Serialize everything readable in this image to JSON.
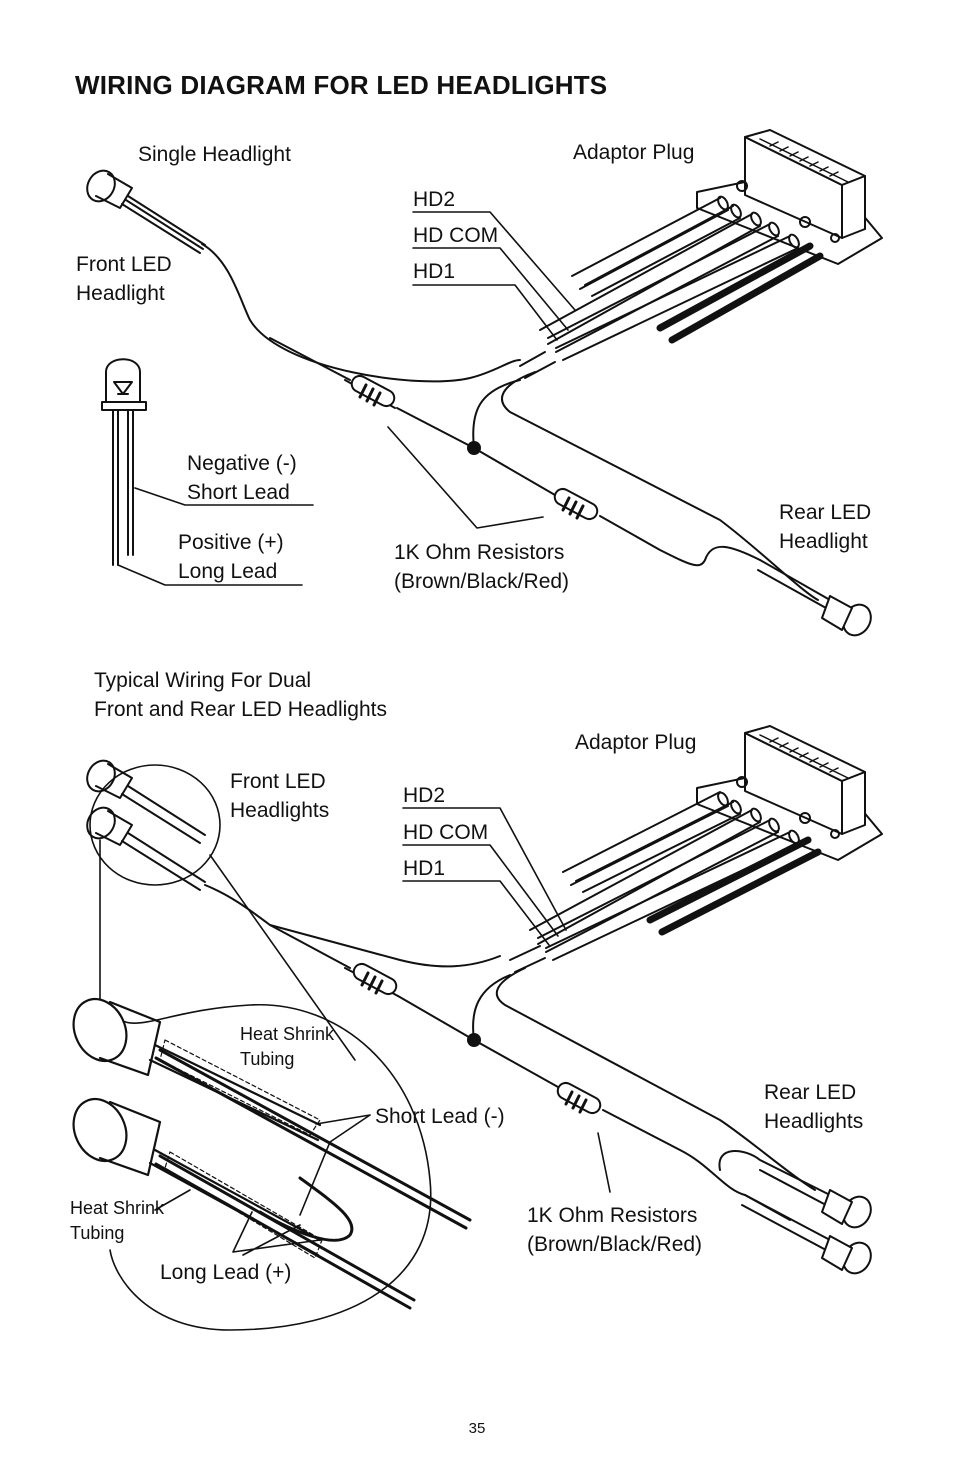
{
  "title": "WIRING DIAGRAM FOR LED HEADLIGHTS",
  "page_number": "35",
  "diagram1": {
    "single_headlight": "Single Headlight",
    "adaptor_plug": "Adaptor Plug",
    "hd2": "HD2",
    "hd_com": "HD COM",
    "hd1": "HD1",
    "front_led_line1": "Front LED",
    "front_led_line2": "Headlight",
    "negative_line1": "Negative (-)",
    "negative_line2": "Short Lead",
    "positive_line1": "Positive (+)",
    "positive_line2": "Long Lead",
    "resistors_line1": "1K Ohm Resistors",
    "resistors_line2": "(Brown/Black/Red)",
    "rear_led_line1": "Rear LED",
    "rear_led_line2": "Headlight"
  },
  "diagram2": {
    "caption_line1": "Typical Wiring For Dual",
    "caption_line2": "Front and Rear LED Headlights",
    "adaptor_plug": "Adaptor Plug",
    "front_leds_line1": "Front LED",
    "front_leds_line2": "Headlights",
    "hd2": "HD2",
    "hd_com": "HD COM",
    "hd1": "HD1",
    "heat_shrink_top_line1": "Heat Shrink",
    "heat_shrink_top_line2": "Tubing",
    "short_lead": "Short Lead (-)",
    "rear_leds_line1": "Rear LED",
    "rear_leds_line2": "Headlights",
    "heat_shrink_left_line1": "Heat Shrink",
    "heat_shrink_left_line2": "Tubing",
    "resistors_line1": "1K Ohm Resistors",
    "resistors_line2": "(Brown/Black/Red)",
    "long_lead": "Long Lead (+)"
  }
}
